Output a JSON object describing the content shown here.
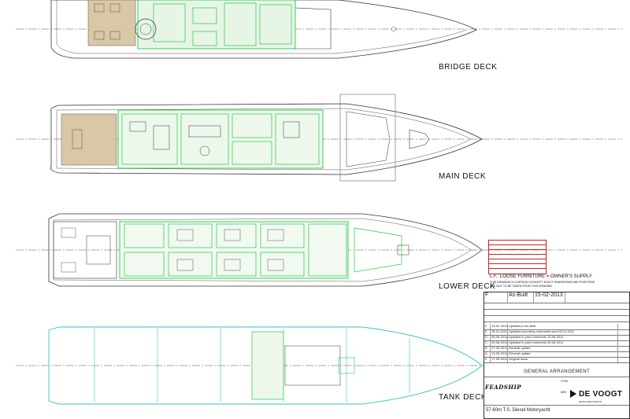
{
  "decks": {
    "bridge": "BRIDGE DECK",
    "main": "MAIN DECK",
    "lower": "LOWER DECK",
    "tank": "TANK DECK"
  },
  "notes": {
    "loose_furniture": "L.F.: LOOSE FURNITURE = OWNER'S SUPPLY",
    "concept_1": "THIS DRAWING IS A DESIGN CONCEPT. EXACT DIMENSIONS AND POSITIONS",
    "concept_2": "ARE NOT TO BE TAKEN FROM THIS DRAWING."
  },
  "title_block": {
    "status": "As-Built",
    "revision_letter": "F",
    "date": "15-02-2013",
    "drawing_title": "GENERAL ARRANGEMENT",
    "vessel": "57.60m T.S. Diesel Motoryacht",
    "yard_no": "2780",
    "sheet_no": "685",
    "builder_logo": "FEADSHIP",
    "architect_logo": "DE VOOGT",
    "architect_sub": "NAVAL ARCHITECTS",
    "revisions": [
      {
        "rev": "F",
        "date": "15-02-2013",
        "desc": "Updated to As-Built"
      },
      {
        "rev": "E",
        "date": "28-11-2011",
        "desc": "Updated according comments yard 28-11-2011"
      },
      {
        "rev": "D",
        "date": "05-09-2011",
        "desc": "Updated to yard comments 15-08-2011"
      },
      {
        "rev": "C",
        "date": "30-06-2011",
        "desc": "Updated to yard comments 30-05-2011"
      },
      {
        "rev": "B",
        "date": "27-05-2011",
        "desc": "General update"
      },
      {
        "rev": "A",
        "date": "13-05-2011",
        "desc": "General update"
      },
      {
        "rev": "0",
        "date": "17-05-2010",
        "desc": "Original issue"
      }
    ]
  },
  "colors": {
    "outline": "#333333",
    "interior_green": "#22cc44",
    "tank_cyan": "#33c6c6",
    "deck_tan": "#d9c7a6",
    "revision_red": "#cc2222"
  }
}
